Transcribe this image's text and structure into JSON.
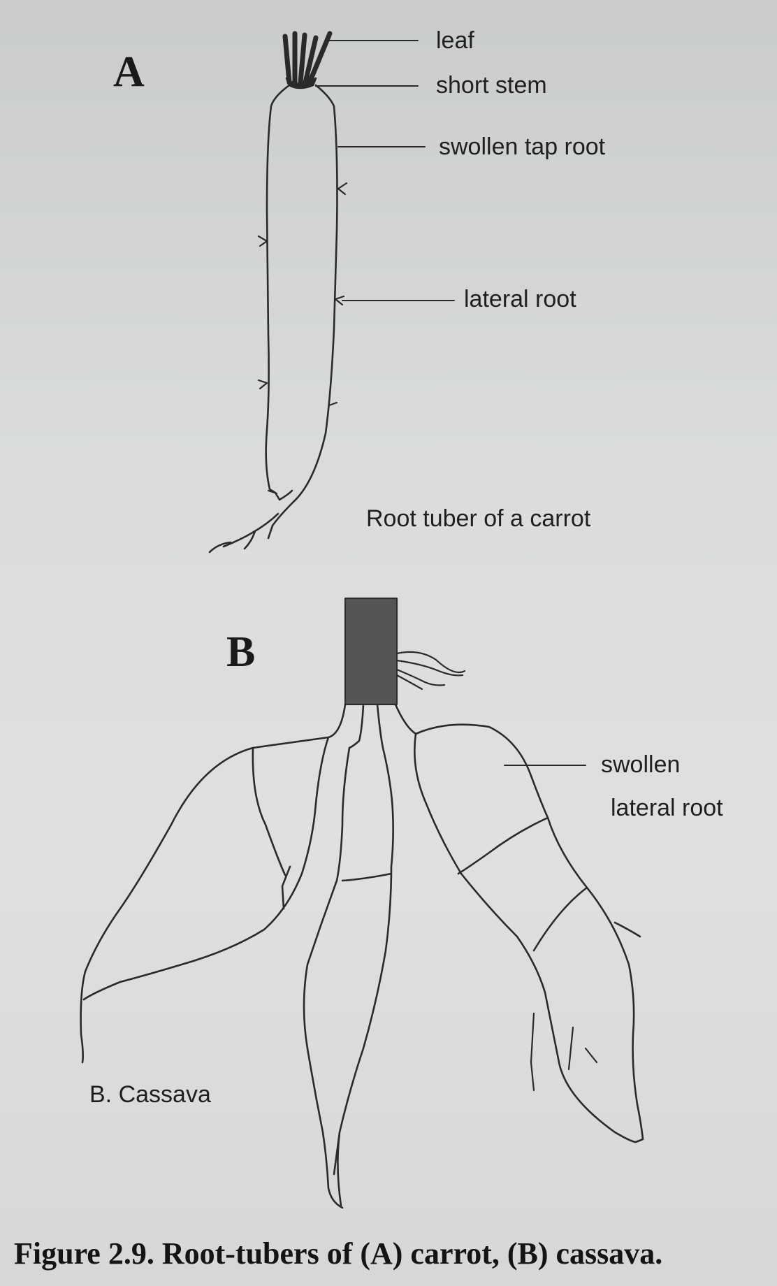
{
  "panels": {
    "a": "A",
    "b": "B"
  },
  "labels": {
    "leaf": "leaf",
    "short_stem": "short stem",
    "swollen_tap_root": "swollen tap root",
    "lateral_root_a": "lateral root",
    "carrot_caption": "Root tuber of a carrot",
    "swollen_lateral_root_1": "swollen",
    "swollen_lateral_root_2": "lateral root",
    "cassava_caption": "B. Cassava"
  },
  "caption": "Figure 2.9. Root-tubers of (A) carrot, (B) cassava.",
  "colors": {
    "ink": "#2a2a2a",
    "stem_fill": "#555555",
    "paper": "#dcdedd"
  }
}
